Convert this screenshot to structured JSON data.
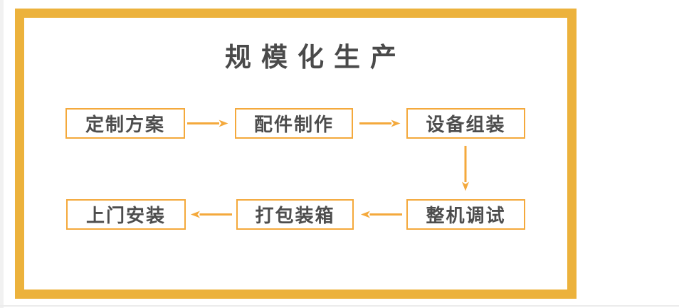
{
  "page": {
    "title": "规模化生产"
  },
  "colors": {
    "frame": "#ECB23C",
    "accent": "#F4A93C",
    "text": "#4D4D4D",
    "title-text": "#4A4A4A",
    "bg": "#FFFFFF"
  },
  "flow": {
    "nodes": [
      {
        "id": "custom-plan",
        "label": "定制方案"
      },
      {
        "id": "parts-fabrication",
        "label": "配件制作"
      },
      {
        "id": "equipment-assembly",
        "label": "设备组装"
      },
      {
        "id": "machine-debugging",
        "label": "整机调试"
      },
      {
        "id": "packing-boxing",
        "label": "打包装箱"
      },
      {
        "id": "onsite-installation",
        "label": "上门安装"
      }
    ],
    "edges": [
      {
        "from": "custom-plan",
        "to": "parts-fabrication",
        "direction": "right"
      },
      {
        "from": "parts-fabrication",
        "to": "equipment-assembly",
        "direction": "right"
      },
      {
        "from": "equipment-assembly",
        "to": "machine-debugging",
        "direction": "down"
      },
      {
        "from": "machine-debugging",
        "to": "packing-boxing",
        "direction": "left"
      },
      {
        "from": "packing-boxing",
        "to": "onsite-installation",
        "direction": "left"
      }
    ]
  }
}
